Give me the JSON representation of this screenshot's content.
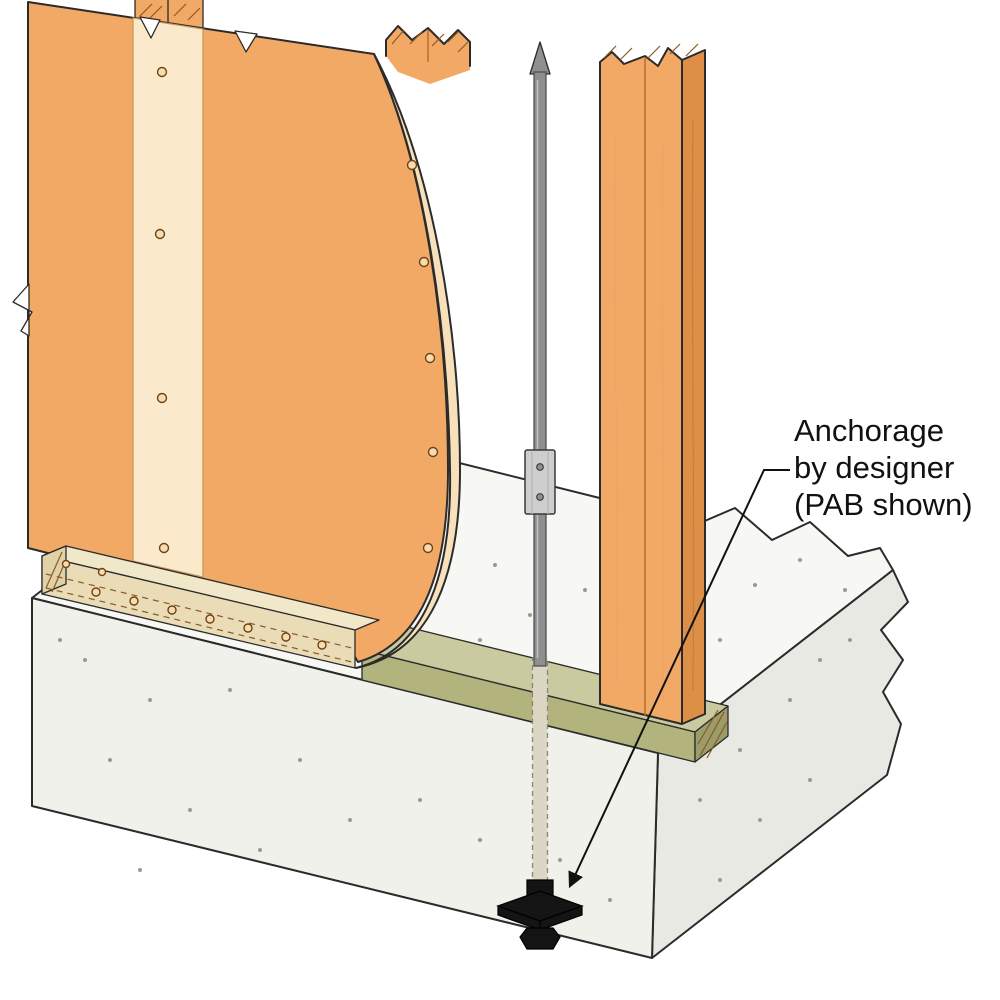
{
  "diagram": {
    "annotation": {
      "line1": "Anchorage",
      "line2": "by designer",
      "line3": "(PAB shown)"
    },
    "colors": {
      "wood_face": "#f2a965",
      "wood_side": "#dd8f48",
      "sheathing_back": "#f8e0ba",
      "panel_strip": "#fbe9cc",
      "sill_left_top": "#f1e8ca",
      "sill_left_front": "#e9dcb6",
      "sill_left_end": "#e0d2a6",
      "sill_right_top": "#c9caa0",
      "sill_right_front": "#b2b37d",
      "sill_right_end": "#9b9c68",
      "concrete_top": "#f7f7f4",
      "concrete_front": "#f1f1ec",
      "concrete_side": "#e9e9e3",
      "rod": "#8f8f8f",
      "coupler": "#cecece",
      "rod_hidden": "#dcd7c5",
      "anchor": "#141414",
      "outline": "#2b2b2b",
      "grain": "#8a5a28",
      "nail_fill": "#f6dcae",
      "nail_ring": "#6e4316",
      "stipple": "#9a9a93",
      "text": "#111111"
    }
  }
}
